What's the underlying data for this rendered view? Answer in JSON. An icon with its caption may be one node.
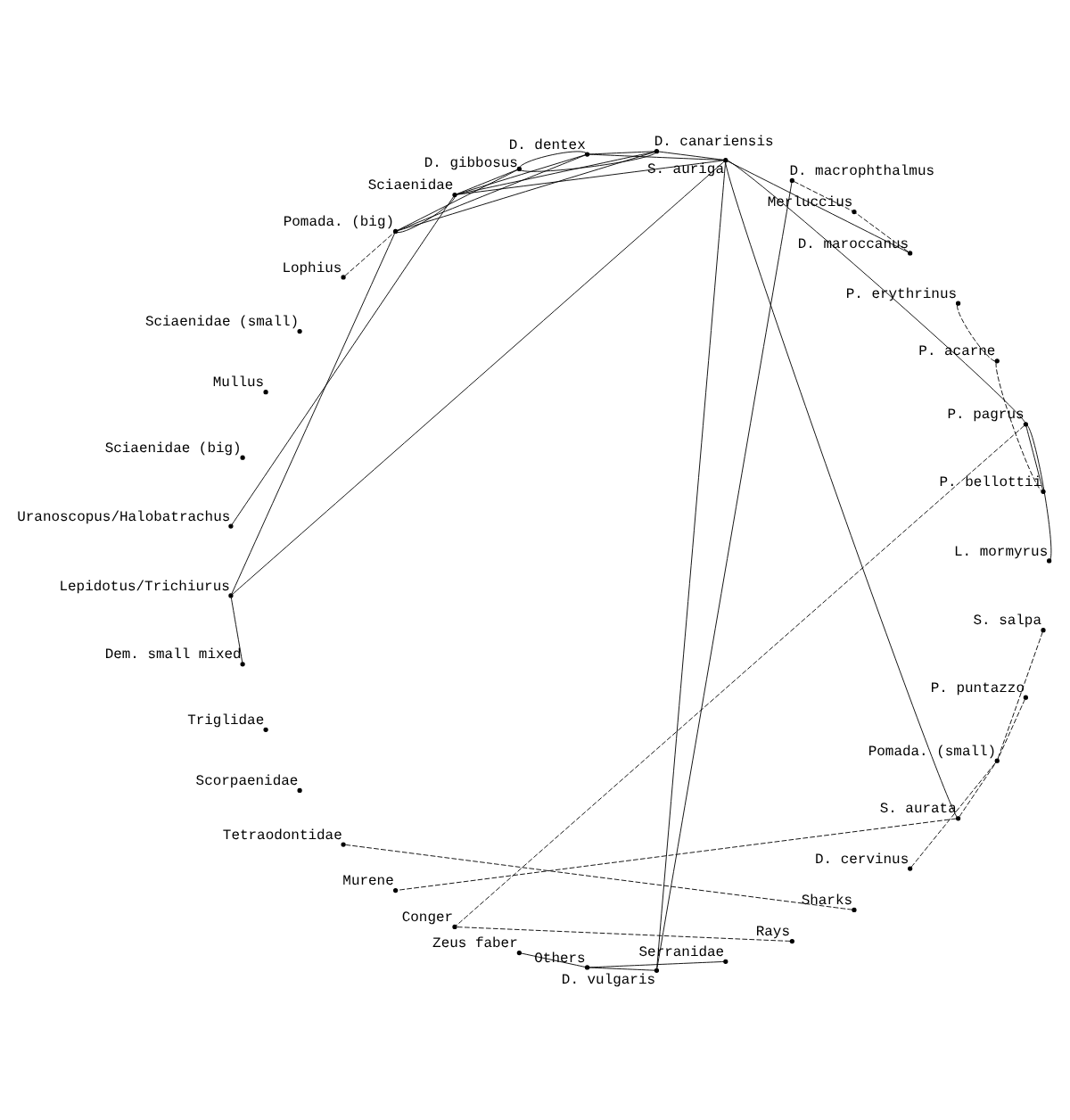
{
  "diagram": {
    "nodes": [
      {
        "text": [
          "P. pagrus"
        ]
      },
      {
        "text": [
          "S. auriga"
        ]
      },
      {
        "text": [
          "S. aurata"
        ]
      },
      {
        "text": [
          "S. salpa"
        ]
      },
      {
        "text": [
          "P. puntazzo"
        ]
      },
      {
        "text": [
          "D. vulgaris"
        ]
      },
      {
        "text": [
          "D. cervinus"
        ]
      },
      {
        "text": [
          "Sharks"
        ]
      },
      {
        "text": [
          "Rays"
        ]
      },
      {
        "text": [
          "Serranidae"
        ]
      },
      {
        "text": [
          "Pomada. (small)"
        ]
      },
      {
        "text": [
          "Pomada. (big)"
        ]
      },
      {
        "text": [
          "Sciaenidae"
        ]
      },
      {
        "text": [
          "Sciaenidae (small)"
        ]
      },
      {
        "text": [
          "Mullus"
        ]
      },
      {
        "text": [
          "Sciaenidae (big)"
        ]
      },
      {
        "text": [
          "Uranoscopus/Halobatrachus"
        ]
      },
      {
        "text": [
          "Lepidotus/Trichiurus"
        ]
      },
      {
        "text": [
          "Triglidae"
        ]
      },
      {
        "text": [
          "Tetraodontidae"
        ]
      },
      {
        "text": [
          "Murene"
        ]
      },
      {
        "text": [
          "Conger"
        ]
      },
      {
        "text": [
          "Zeus faber"
        ]
      },
      {
        "text": [
          "Scorpaenidae"
        ]
      },
      {
        "text": [
          "Dem. small mixed"
        ]
      },
      {
        "text": [
          "Merluccius"
        ]
      },
      {
        "text": [
          "Lophius"
        ]
      },
      {
        "text": [
          "Others"
        ]
      },
      {
        "text": [
          "D. dentex"
        ]
      },
      {
        "text": [
          "D. gibbosus"
        ]
      },
      {
        "text": [
          "D. canariensis"
        ]
      },
      {
        "text": [
          "D. macrophthalmus"
        ]
      },
      {
        "text": [
          "D. maroccanus"
        ]
      },
      {
        "text": [
          "P. erythrinus"
        ]
      },
      {
        "text": [
          "P. acarne"
        ]
      },
      {
        "text": [
          "P. bellottii"
        ]
      },
      {
        "text": [
          "L. mormyrus"
        ]
      }
    ],
    "edges": [
      {
        "from": 36,
        "to": 0,
        "arrow": "none"
      },
      {
        "from": 35,
        "to": 0,
        "arrow": "none"
      },
      {
        "from": 0,
        "to": 1,
        "arrow": "none"
      },
      {
        "from": 1,
        "to": 2,
        "arrow": "none"
      },
      {
        "from": 1,
        "to": 5,
        "arrow": "none"
      },
      {
        "from": 1,
        "to": 12,
        "arrow": "none"
      },
      {
        "from": 1,
        "to": 17,
        "arrow": "none"
      },
      {
        "from": 1,
        "to": 28,
        "arrow": "none"
      },
      {
        "from": 1,
        "to": 30,
        "arrow": "none"
      },
      {
        "from": 32,
        "to": 1,
        "arrow": "none"
      },
      {
        "from": 31,
        "to": 5,
        "arrow": "none"
      },
      {
        "from": 27,
        "to": 5,
        "arrow": "none"
      },
      {
        "from": 27,
        "to": 9,
        "arrow": "none"
      },
      {
        "from": 27,
        "to": 22,
        "arrow": "none"
      },
      {
        "from": 30,
        "to": 11,
        "arrow": "none"
      },
      {
        "from": 29,
        "to": 11,
        "arrow": "none"
      },
      {
        "from": 28,
        "to": 11,
        "arrow": "none"
      },
      {
        "from": 30,
        "to": 12,
        "arrow": "none"
      },
      {
        "from": 29,
        "to": 12,
        "arrow": "none"
      },
      {
        "from": 28,
        "to": 12,
        "arrow": "none"
      },
      {
        "from": 30,
        "to": 29,
        "arrow": "none"
      },
      {
        "from": 29,
        "to": 28,
        "arrow": "none"
      },
      {
        "from": 30,
        "to": 28,
        "arrow": "none"
      },
      {
        "from": 11,
        "to": 12,
        "arrow": "none"
      },
      {
        "from": 17,
        "to": 11,
        "arrow": "none"
      },
      {
        "from": 16,
        "to": 12,
        "arrow": "none"
      },
      {
        "from": 24,
        "to": 17,
        "arrow": "none"
      },
      {
        "from": 26,
        "to": 11,
        "arrow": "none",
        "style": "dashed"
      },
      {
        "from": 0,
        "to": 21,
        "arrow": "none",
        "style": "dashed"
      },
      {
        "from": 2,
        "to": 20,
        "arrow": "none",
        "style": "dashed"
      },
      {
        "from": 2,
        "to": 10,
        "arrow": "none",
        "style": "dashed"
      },
      {
        "from": 3,
        "to": 10,
        "arrow": "none",
        "style": "dashed"
      },
      {
        "from": 4,
        "to": 10,
        "arrow": "none",
        "style": "dashed"
      },
      {
        "from": 6,
        "to": 10,
        "arrow": "none",
        "style": "dashed"
      },
      {
        "from": 7,
        "to": 19,
        "arrow": "none",
        "style": "dashed"
      },
      {
        "from": 8,
        "to": 21,
        "arrow": "none",
        "style": "dashed"
      },
      {
        "from": 32,
        "to": 25,
        "arrow": "none",
        "style": "dashed"
      },
      {
        "from": 31,
        "to": 25,
        "arrow": "none",
        "style": "dashed"
      },
      {
        "from": 33,
        "to": 34,
        "arrow": "none",
        "style": "dashed"
      },
      {
        "from": 34,
        "to": 35,
        "arrow": "none",
        "style": "dashed"
      }
    ]
  }
}
